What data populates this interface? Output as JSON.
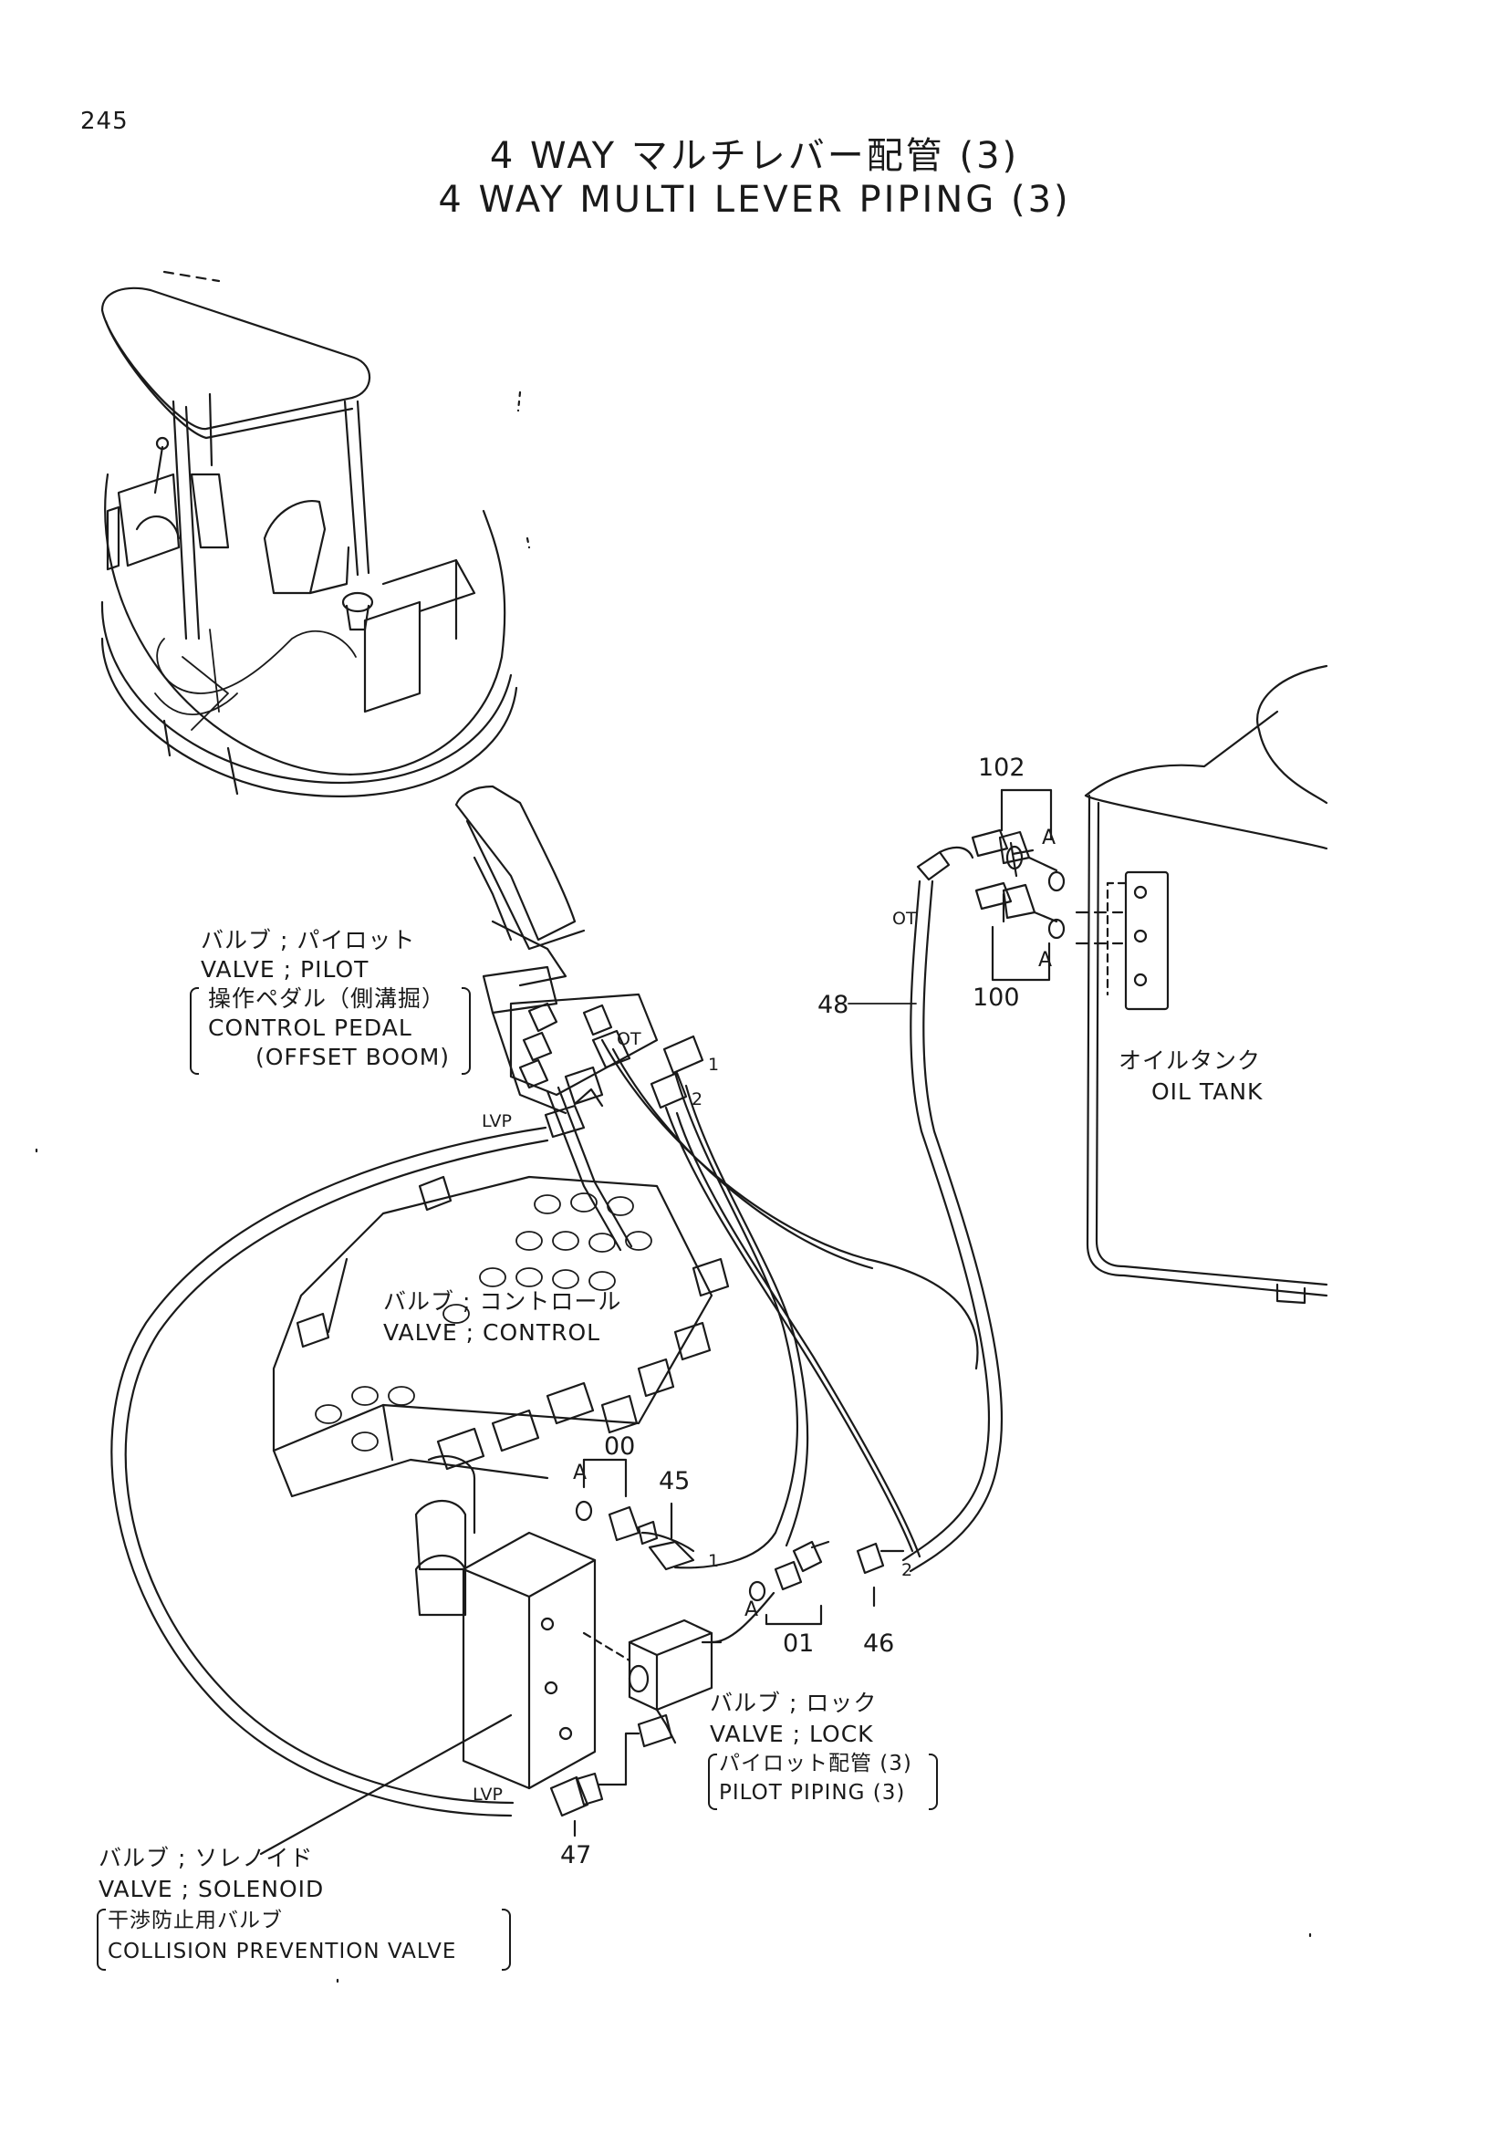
{
  "page_number": "245",
  "title": {
    "jp": "4 WAY マルチレバー配管 (3)",
    "en": "4 WAY MULTI LEVER PIPING (3)"
  },
  "components": {
    "pilot_valve": {
      "jp": "バルブ ; パイロット",
      "en": "VALVE ; PILOT",
      "sub_jp": "操作ペダル（側溝掘）",
      "sub_en1": "CONTROL PEDAL",
      "sub_en2": "(OFFSET BOOM)"
    },
    "oil_tank": {
      "jp": "オイルタンク",
      "en": "OIL TANK"
    },
    "control_valve": {
      "jp": "バルブ ; コントロール",
      "en": "VALVE ; CONTROL"
    },
    "lock_valve": {
      "jp": "バルブ ; ロック",
      "en": "VALVE ; LOCK",
      "sub_jp": "パイロット配管 (3)",
      "sub_en": "PILOT PIPING (3)"
    },
    "solenoid_valve": {
      "jp": "バルブ ; ソレノイド",
      "en": "VALVE ; SOLENOID",
      "sub_jp": "干渉防止用バルブ",
      "sub_en": "COLLISION PREVENTION VALVE"
    }
  },
  "part_numbers": {
    "p102": "102",
    "p100": "100",
    "p48": "48",
    "p45": "45",
    "p46": "46",
    "p47": "47",
    "p00": "00",
    "p01": "01"
  },
  "port_labels": {
    "ot_top": "OT",
    "ot_pedal": "OT",
    "lvp_top": "LVP",
    "lvp_bottom": "LVP",
    "one_top": "1",
    "two_top": "2",
    "one_bottom": "1",
    "two_bottom": "2",
    "a_tank_upper": "A",
    "a_tank_lower": "A",
    "a_control": "A",
    "a_lock": "A"
  }
}
